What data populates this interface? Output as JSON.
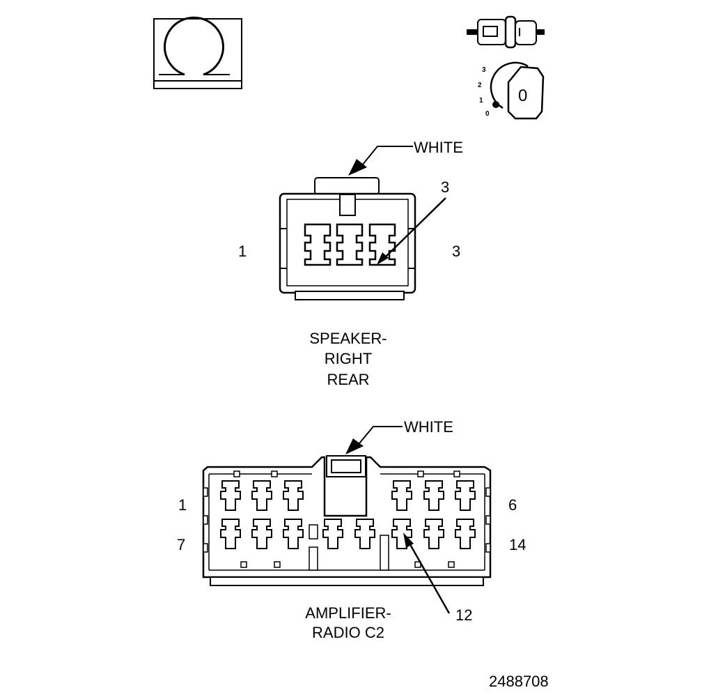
{
  "icons": {
    "ohm_symbol": "ohm-meter-icon",
    "connector_symbol": "connector-plug-icon",
    "ignition_symbol": "ignition-key-icon",
    "ignition_positions": [
      "3",
      "2",
      "1",
      "0"
    ],
    "ignition_key_label": "0"
  },
  "speaker_connector": {
    "color_label": "WHITE",
    "left_pin": "1",
    "right_pin": "3",
    "callout_pin": "3",
    "name_lines": [
      "SPEAKER-",
      "RIGHT",
      "REAR"
    ],
    "cavity_count": 3
  },
  "amplifier_connector": {
    "color_label": "WHITE",
    "top_left_pin": "1",
    "top_right_pin": "6",
    "bottom_left_pin": "7",
    "bottom_right_pin": "14",
    "callout_pin": "12",
    "name_lines": [
      "AMPLIFIER-",
      "RADIO C2"
    ],
    "top_row_cavities": 6,
    "bottom_row_cavities": 8
  },
  "figure_number": "2488708"
}
